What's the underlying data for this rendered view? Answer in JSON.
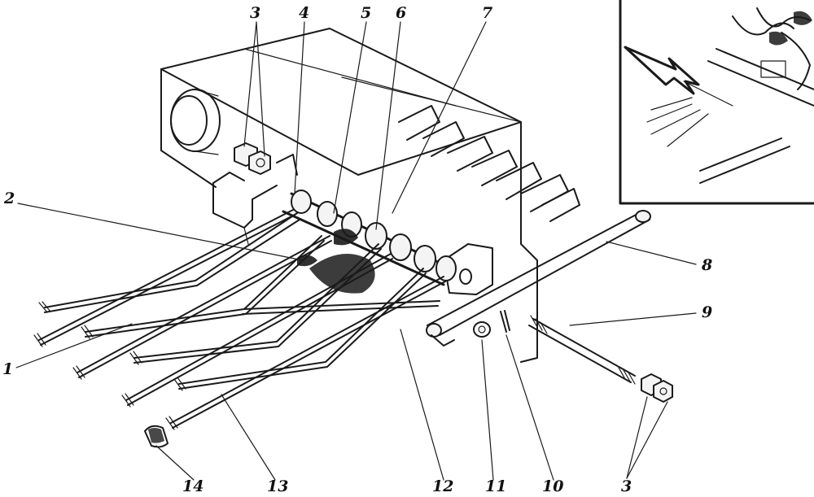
{
  "figure": {
    "callouts": [
      {
        "id": "c3a",
        "text": "3"
      },
      {
        "id": "c4",
        "text": "4"
      },
      {
        "id": "c5",
        "text": "5"
      },
      {
        "id": "c6",
        "text": "6"
      },
      {
        "id": "c7",
        "text": "7"
      },
      {
        "id": "c2",
        "text": "2"
      },
      {
        "id": "c8",
        "text": "8"
      },
      {
        "id": "c9",
        "text": "9"
      },
      {
        "id": "c1",
        "text": "1"
      },
      {
        "id": "c14",
        "text": "14"
      },
      {
        "id": "c13",
        "text": "13"
      },
      {
        "id": "c12",
        "text": "12"
      },
      {
        "id": "c11",
        "text": "11"
      },
      {
        "id": "c10",
        "text": "10"
      },
      {
        "id": "c3b",
        "text": "3"
      }
    ]
  }
}
